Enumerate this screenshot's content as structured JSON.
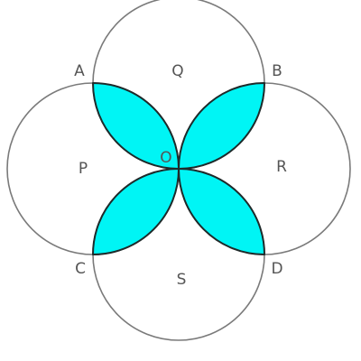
{
  "diagram": {
    "point_labels": {
      "a": "A",
      "b": "B",
      "c": "C",
      "d": "D",
      "o": "O"
    },
    "circle_labels": {
      "p": "P",
      "q": "Q",
      "r": "R",
      "s": "S"
    },
    "colors": {
      "shaded_region": "#00f5f5",
      "circle_stroke": "#7a7a7a",
      "petal_stroke": "#1e2a2a",
      "label_text": "#555555"
    }
  }
}
